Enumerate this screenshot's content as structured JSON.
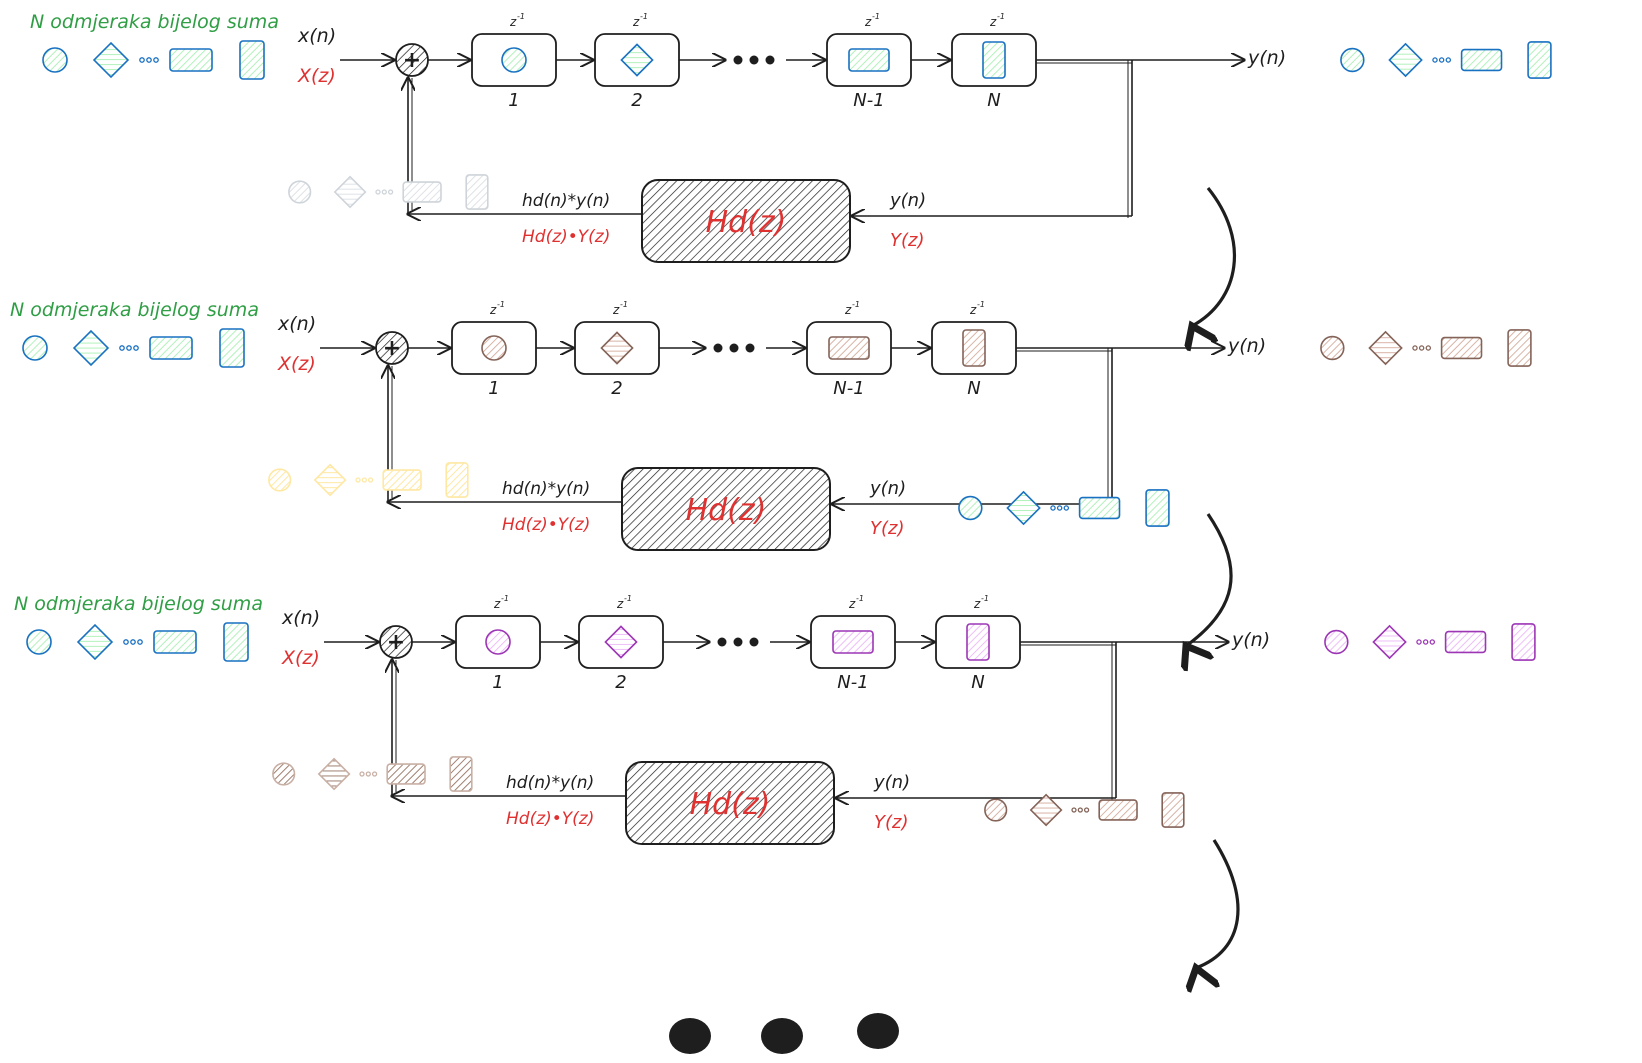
{
  "noise_label": "N odmjeraka bijelog suma",
  "input_time": "x(n)",
  "input_z": "X(z)",
  "output_time": "y(n)",
  "output_z": "Y(z)",
  "delay_symbol": "z",
  "delay_exponent": "-1",
  "delay_labels": [
    "1",
    "2",
    "N-1",
    "N"
  ],
  "adder_symbol": "+",
  "filter_label": "Hd(z)",
  "feedback_time": "hd(n)*y(n)",
  "feedback_z": "Hd(z)•Y(z)",
  "colors": {
    "noise_label": "#2f9e44",
    "z_domain": "#e03131",
    "stroke": "#1e1e1e",
    "blue_sample_stroke": "#1971c2",
    "blue_sample_fill": "#b2f2bb",
    "brown_sample_stroke": "#846358",
    "brown_sample_fill": "#eebefa",
    "purple_sample_stroke": "#9c36b5",
    "yellow_sample": "#ffec99",
    "faded_sample": "#ced4da",
    "filter_fill": "#495057"
  },
  "stages": [
    {
      "output_samples": "blue",
      "feedback_samples": "faded-grey",
      "delay_samples": "blue"
    },
    {
      "output_samples": "brown",
      "feedback_samples": "faded-yellow",
      "delay_samples": "brown"
    },
    {
      "output_samples": "purple",
      "feedback_samples": "faded-brown",
      "delay_samples": "purple"
    }
  ]
}
